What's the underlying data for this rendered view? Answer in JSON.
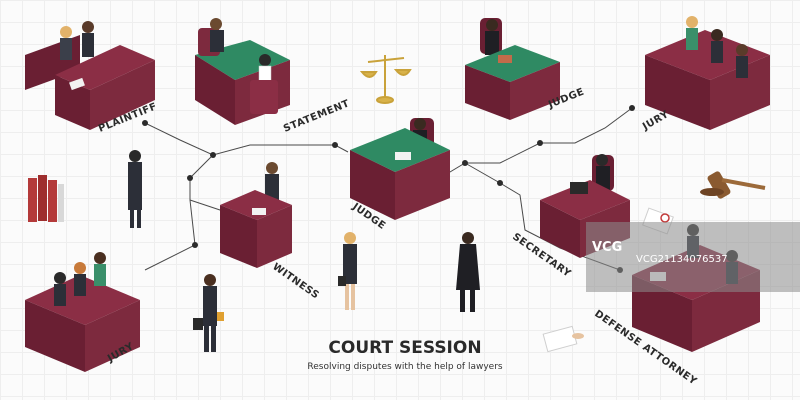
{
  "title": "COURT SESSION",
  "subtitle": "Resolving disputes with the help of lawyers",
  "labels": {
    "plaintiff": "PLAINTIFF",
    "statement": "STATEMENT",
    "judge_top": "JUDGE",
    "jury_top": "JURY",
    "judge_center": "JUDGE",
    "secretary": "SECRETARY",
    "witness": "WITNESS",
    "jury_bottom": "JURY",
    "defense_attorney": "DEFENSE ATTORNEY"
  },
  "watermark": {
    "logo": "VCG",
    "id": "VCG21134076537"
  },
  "colors": {
    "wood": "#8b2e45",
    "wood_dark": "#6a1f33",
    "felt": "#2f8a63",
    "line": "#4a4a4a",
    "node": "#2b2b2b",
    "text": "#2a2a2a"
  }
}
